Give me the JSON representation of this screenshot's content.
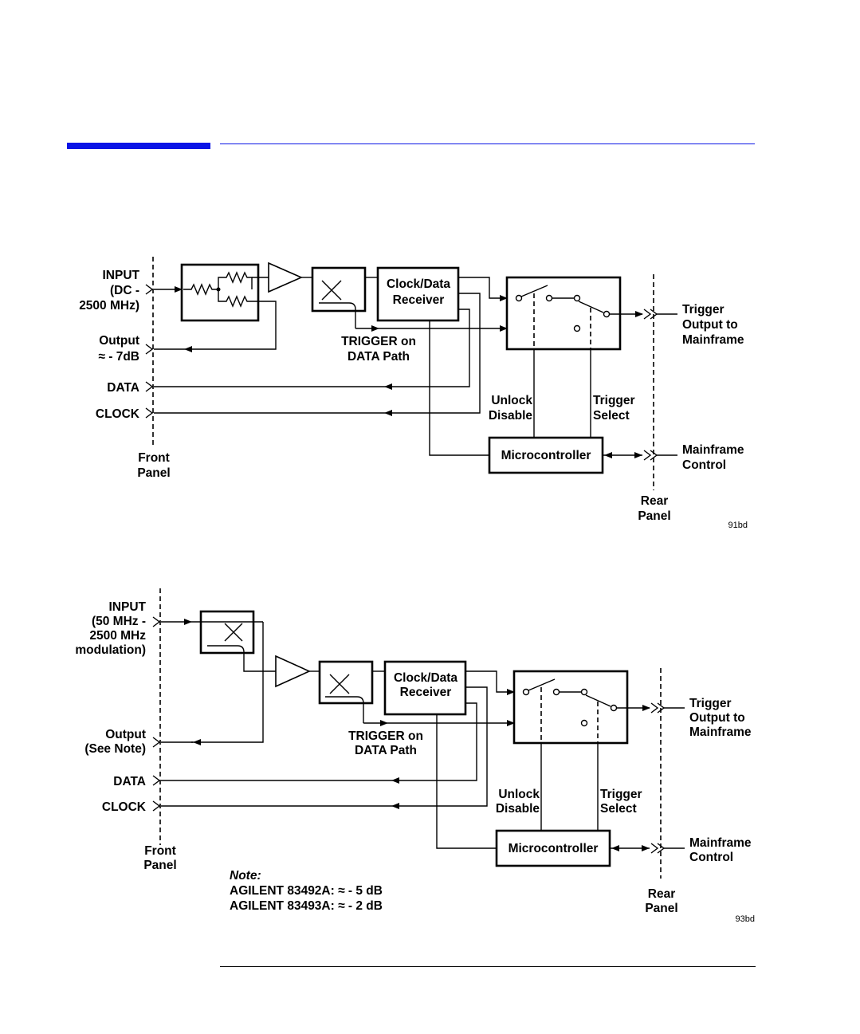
{
  "header": {
    "bar_color": "#0a14e6",
    "rule_color": "#0a14e6"
  },
  "diagram1": {
    "input_label": [
      "INPUT",
      "(DC -",
      "2500 MHz)"
    ],
    "output_label": [
      "Output",
      "≈ - 7dB"
    ],
    "data_label": "DATA",
    "clock_label": "CLOCK",
    "front_panel": [
      "Front",
      "Panel"
    ],
    "cdr_label": [
      "Clock/Data",
      "Receiver"
    ],
    "trigger_path": [
      "TRIGGER on",
      "DATA Path"
    ],
    "unlock_disable": [
      "Unlock",
      "Disable"
    ],
    "trigger_select": [
      "Trigger",
      "Select"
    ],
    "microcontroller": "Microcontroller",
    "trigger_output": [
      "Trigger",
      "Output to",
      "Mainframe"
    ],
    "mainframe_control": [
      "Mainframe",
      "Control"
    ],
    "rear_panel": [
      "Rear",
      "Panel"
    ],
    "figure_id": "91bd"
  },
  "diagram2": {
    "input_label": [
      "INPUT",
      "(50  MHz -",
      "2500 MHz",
      "modulation)"
    ],
    "output_label": [
      "Output",
      "(See ",
      "Note",
      ")"
    ],
    "data_label": "DATA",
    "clock_label": "CLOCK",
    "front_panel": [
      "Front",
      "Panel"
    ],
    "cdr_label": [
      "Clock/Data",
      "Receiver"
    ],
    "trigger_path": [
      "TRIGGER on",
      "DATA Path"
    ],
    "unlock_disable": [
      "Unlock",
      "Disable"
    ],
    "trigger_select": [
      "Trigger",
      "Select"
    ],
    "microcontroller": "Microcontroller",
    "trigger_output": [
      "Trigger",
      "Output to",
      "Mainframe"
    ],
    "mainframe_control": [
      "Mainframe",
      "Control"
    ],
    "rear_panel": [
      "Rear",
      "Panel"
    ],
    "note_title": "Note:",
    "note_lines": [
      "AGILENT 83492A: ≈ - 5 dB",
      "AGILENT 83493A: ≈ - 2 dB"
    ],
    "figure_id": "93bd"
  }
}
